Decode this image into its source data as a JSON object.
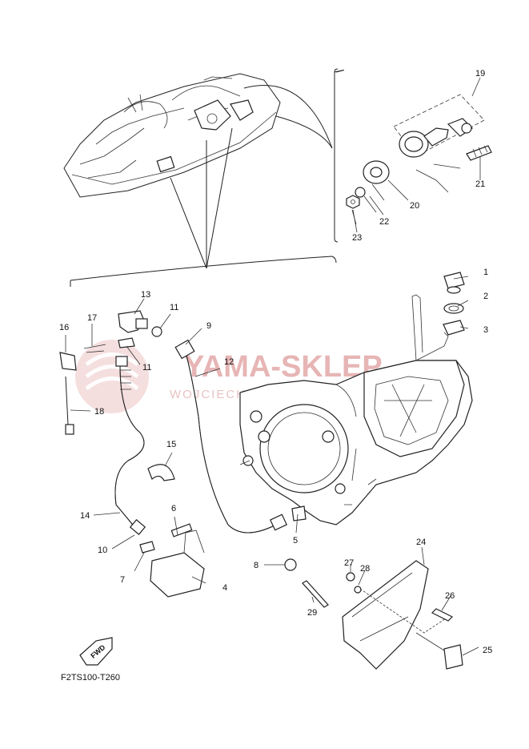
{
  "diagram_code": "F2TS100-T260",
  "watermark": {
    "title": "YAMA-SKLEP",
    "subtitle": "WOJCIECHOWSKI DEALER YAMAHA"
  },
  "fwd_label": "FWD",
  "callouts": [
    "1",
    "2",
    "3",
    "4",
    "5",
    "6",
    "7",
    "8",
    "9",
    "10",
    "11",
    "11",
    "12",
    "13",
    "14",
    "15",
    "16",
    "17",
    "18",
    "19",
    "20",
    "21",
    "22",
    "23",
    "24",
    "25",
    "26",
    "27",
    "28",
    "29"
  ]
}
